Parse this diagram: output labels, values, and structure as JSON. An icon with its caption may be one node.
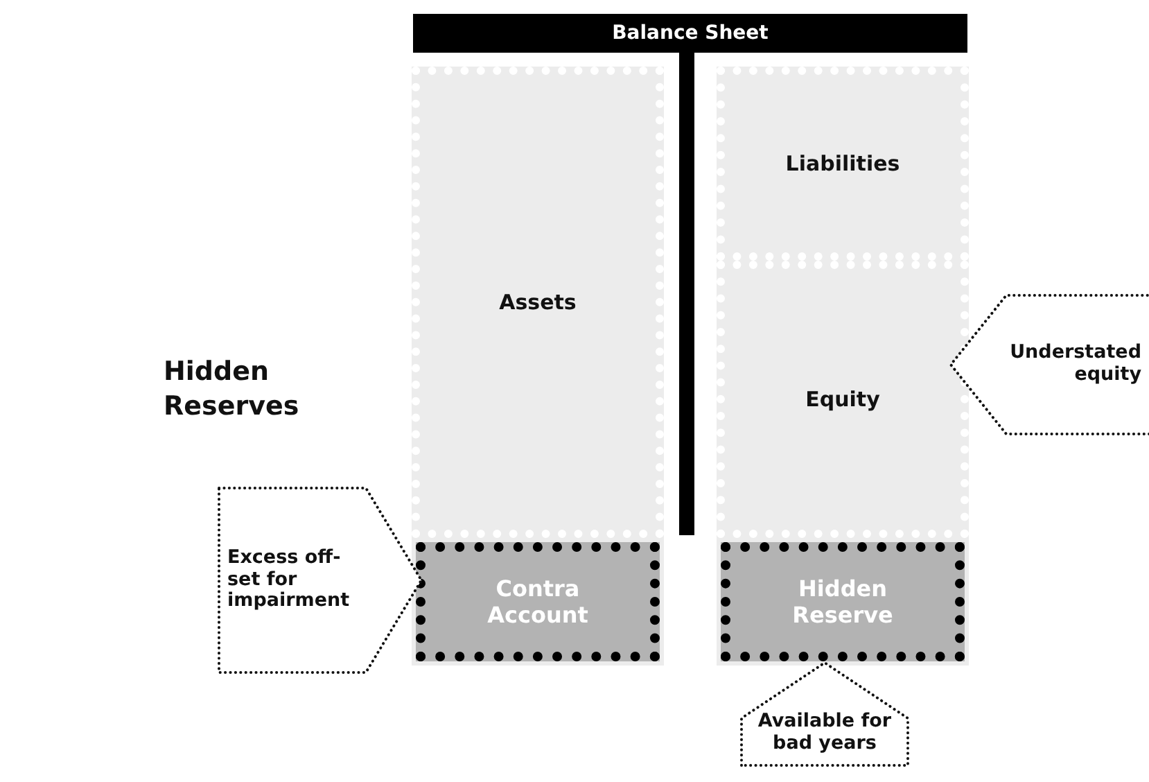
{
  "diagram": {
    "nodes": [
      {
        "text": [
          "Balance Sheet"
        ]
      },
      {
        "text": [
          "Assets"
        ]
      },
      {
        "text": [
          "Contra Account"
        ]
      },
      {
        "text": [
          "Liabilities"
        ]
      },
      {
        "text": [
          "Equity"
        ]
      },
      {
        "text": [
          "Hidden Reserve"
        ]
      },
      {
        "text": [
          "Excess off-set for impairment"
        ]
      },
      {
        "text": [
          "Understated equity"
        ]
      },
      {
        "text": [
          "Available for bad years"
        ]
      }
    ],
    "labels": [
      "Hidden Reserves"
    ]
  }
}
